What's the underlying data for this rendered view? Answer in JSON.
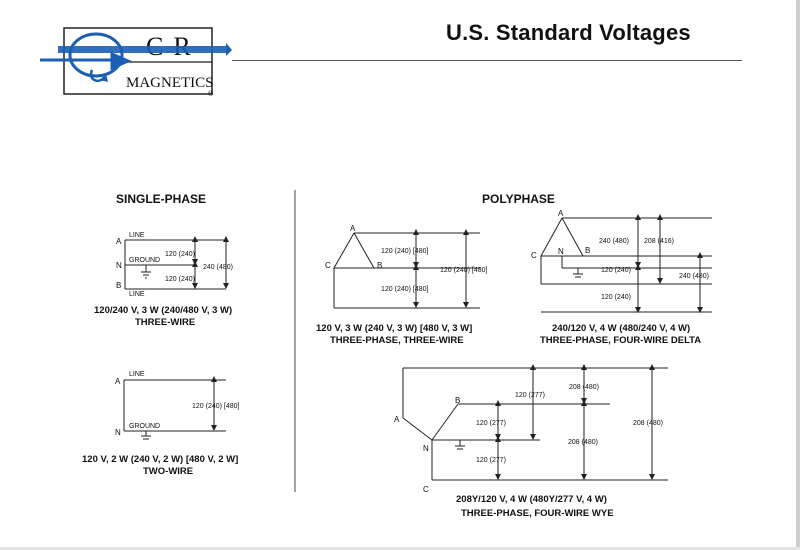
{
  "logo": {
    "top_text": "CR",
    "bottom_text": "MAGNETICS",
    "registered_mark": "®"
  },
  "page": {
    "title": "U.S. Standard Voltages"
  },
  "sections": {
    "single_phase": "SINGLE-PHASE",
    "polyphase": "POLYPHASE"
  },
  "sp3w": {
    "line_top": "LINE",
    "ground": "GROUND",
    "line_bottom": "LINE",
    "node_a": "A",
    "node_n": "N",
    "node_b": "B",
    "v_an": "120 (240)",
    "v_nb": "120 (240)",
    "v_ab": "240 (480)",
    "caption1": "120/240 V, 3 W (240/480 V, 3 W)",
    "caption2": "THREE-WIRE"
  },
  "sp2w": {
    "line": "LINE",
    "ground": "GROUND",
    "node_a": "A",
    "node_n": "N",
    "v_an": "120 (240) [480]",
    "caption1": "120 V, 2 W (240 V, 2 W) [480 V, 2 W]",
    "caption2": "TWO-WIRE"
  },
  "p3w": {
    "node_a": "A",
    "node_b": "B",
    "node_c": "C",
    "v1": "120 (240) [480]",
    "v2": "120 (240) [480]",
    "v3": "120 (240) [480]",
    "caption1": "120 V, 3 W (240 V, 3 W) [480 V, 3 W]",
    "caption2": "THREE-PHASE, THREE-WIRE"
  },
  "p4wd": {
    "node_a": "A",
    "node_n": "N",
    "node_b": "B",
    "node_c": "C",
    "v_a": "240 (480)",
    "v_a2": "208 (416)",
    "v_n": "120 (240)",
    "v_bc": "240 (480)",
    "v_c": "120 (240)",
    "caption1": "240/120 V, 4 W (480/240 V, 4 W)",
    "caption2": "THREE-PHASE, FOUR-WIRE DELTA"
  },
  "p4wy": {
    "node_a": "A",
    "node_b": "B",
    "node_n": "N",
    "node_c": "C",
    "v_an": "120 (277)",
    "v_bn": "120 (277)",
    "v_cn": "120 (277)",
    "v_ab": "208 (480)",
    "v_bc": "208 (480)",
    "v_ac": "208 (480)",
    "caption1": "208Y/120 V, 4 W (480Y/277 V, 4 W)",
    "caption2": "THREE-PHASE,  FOUR-WIRE WYE"
  }
}
